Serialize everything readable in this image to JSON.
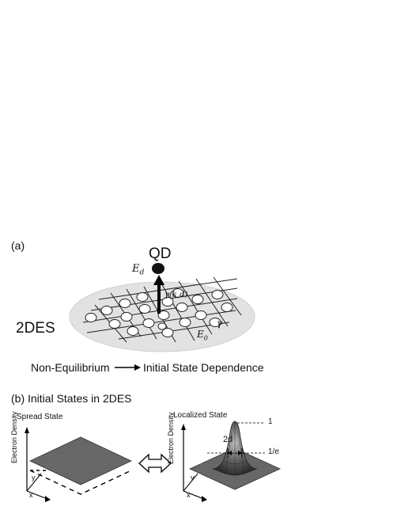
{
  "panel_a": {
    "label": "(a)",
    "qd_label": "QD",
    "energy_qd": "E",
    "energy_qd_sub": "d",
    "coupling": "γ(k,d)",
    "substrate_label": "2DES",
    "energy_2des": "E",
    "energy_2des_sub": "0",
    "hopping": "γ",
    "caption_left": "Non-Equilibrium",
    "caption_right": "Initial State Dependence"
  },
  "panel_b": {
    "title": "(b) Initial States in 2DES",
    "spread": {
      "title": "Spread State",
      "ylabel": "Electron Density",
      "x_axis": "x",
      "y_axis": "y"
    },
    "localized": {
      "title": "Localized State",
      "ylabel": "Electron Density",
      "x_axis": "x",
      "y_axis": "y",
      "width_label": "2d",
      "peak_label": "1",
      "decay_label": "1/e"
    }
  },
  "colors": {
    "ellipse_fill": "#e2e2e2",
    "surface": "#6e6e6e",
    "ink": "#111111"
  }
}
